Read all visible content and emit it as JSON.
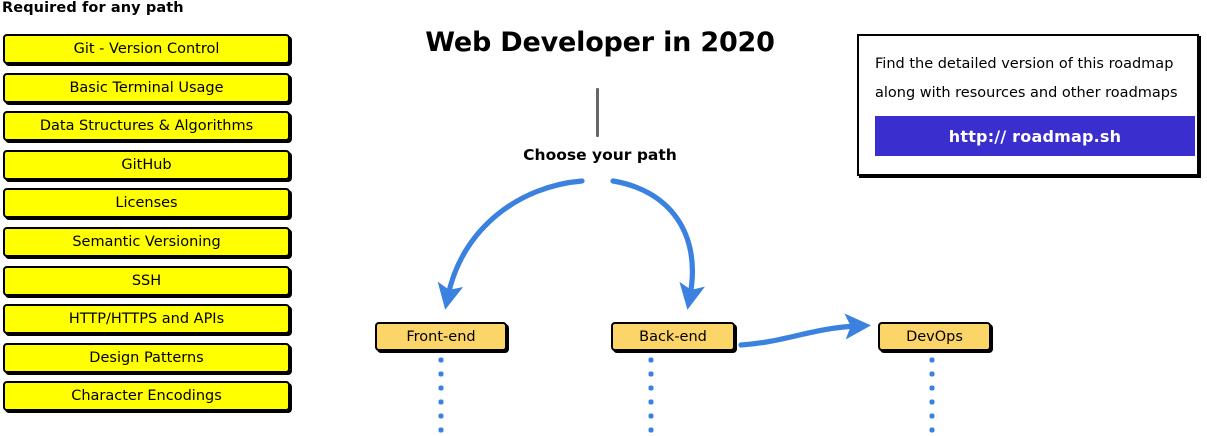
{
  "required": {
    "heading": "Required for any path",
    "items": [
      {
        "label": "Git - Version Control"
      },
      {
        "label": "Basic Terminal Usage"
      },
      {
        "label": "Data Structures & Algorithms"
      },
      {
        "label": "GitHub"
      },
      {
        "label": "Licenses"
      },
      {
        "label": "Semantic Versioning"
      },
      {
        "label": "SSH"
      },
      {
        "label": "HTTP/HTTPS and APIs"
      },
      {
        "label": "Design Patterns"
      },
      {
        "label": "Character Encodings"
      }
    ]
  },
  "center": {
    "title": "Web Developer in 2020",
    "choose_path_label": "Choose your path"
  },
  "paths": {
    "nodes": [
      {
        "label": "Front-end"
      },
      {
        "label": "Back-end"
      },
      {
        "label": "DevOps"
      }
    ]
  },
  "info_box": {
    "line1": "Find the detailed version of this roadmap",
    "line2": "along with resources and other roadmaps",
    "url_label": "http:// roadmap.sh"
  },
  "colors": {
    "required_fill": "#ffff00",
    "node_fill": "#fcd568",
    "arrow_blue": "#3b82e0",
    "url_button": "#3a2ece",
    "stem_gray": "#666666",
    "outline": "#000000"
  }
}
